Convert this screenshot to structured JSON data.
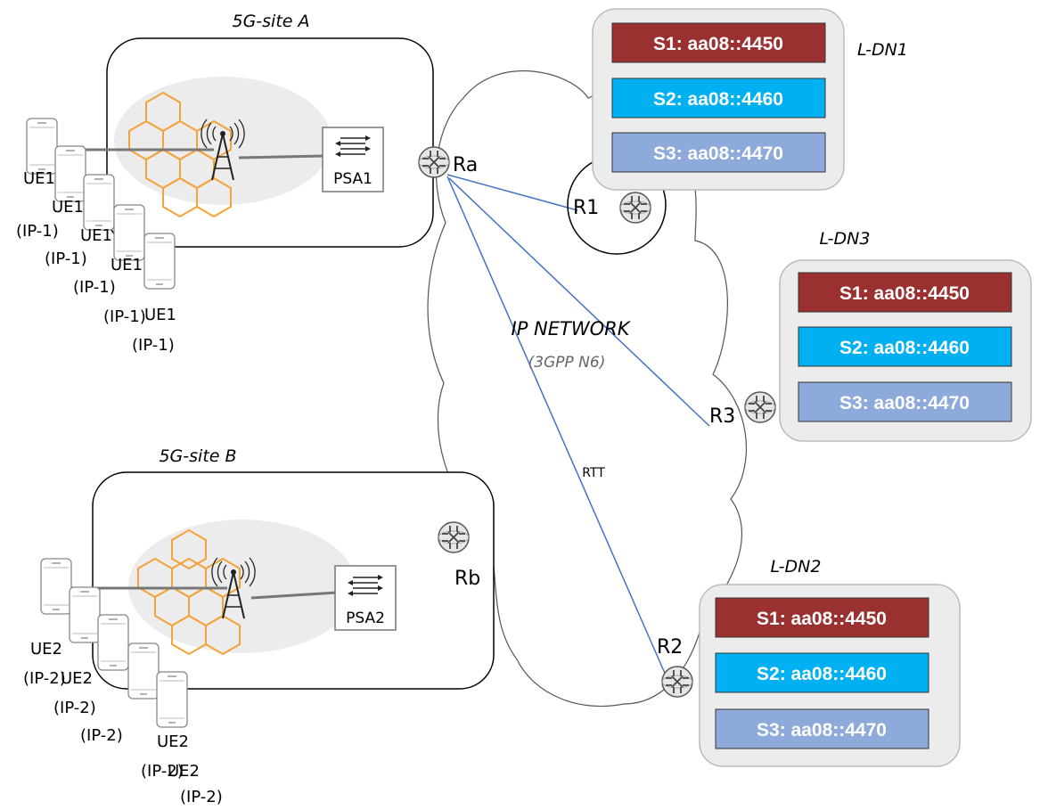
{
  "sites": {
    "a": {
      "label": "5G-site A",
      "psa": "PSA1"
    },
    "b": {
      "label": "5G-site B",
      "psa": "PSA2"
    }
  },
  "ue_site_a": {
    "name": "UE1",
    "ip": "(IP-1)"
  },
  "ue_site_b": {
    "name": "UE2",
    "ip": "(IP-2)"
  },
  "network": {
    "title": "IP NETWORK",
    "subtitle": "(3GPP N6)",
    "link_label": "RTT"
  },
  "routers": {
    "ra": "Ra",
    "rb": "Rb",
    "r1": "R1",
    "r2": "R2",
    "r3": "R3"
  },
  "dns": {
    "dn1": {
      "label": "L-DN1",
      "services": [
        "S1: aa08::4450",
        "S2: aa08::4460",
        "S3: aa08::4470"
      ]
    },
    "dn3": {
      "label": "L-DN3",
      "services": [
        "S1: aa08::4450",
        "S2: aa08::4460",
        "S3: aa08::4470"
      ]
    },
    "dn2": {
      "label": "L-DN2",
      "services": [
        "S1: aa08::4450",
        "S2: aa08::4460",
        "S3: aa08::4470"
      ]
    }
  },
  "colors": {
    "s1": "#9b3030",
    "s2": "#00b0f0",
    "s3": "#8eaadb",
    "cell": "#f4a23a",
    "link": "#4472c4"
  }
}
